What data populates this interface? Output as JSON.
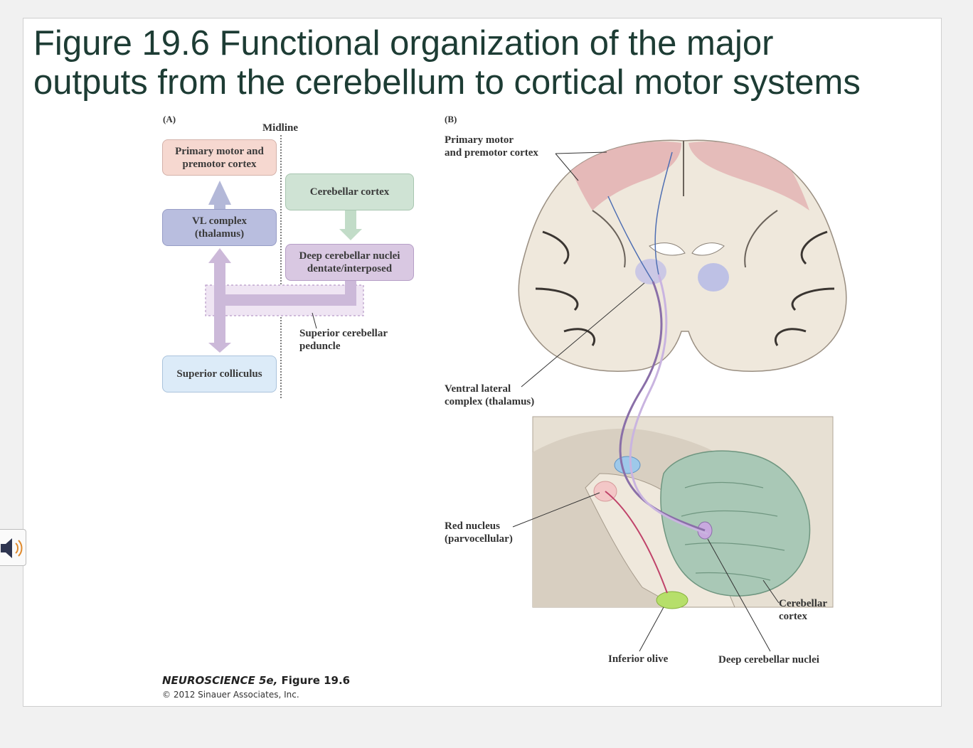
{
  "slide": {
    "title_line1": "Figure 19.6  Functional organization of the major",
    "title_line2": "outputs from the cerebellum to cortical motor systems"
  },
  "panel_a": {
    "tag": "(A)",
    "midline": "Midline",
    "boxes": {
      "primary_motor_l1": "Primary motor and",
      "primary_motor_l2": "premotor cortex",
      "cerebellar_cortex": "Cerebellar cortex",
      "vl_l1": "VL complex",
      "vl_l2": "(thalamus)",
      "deep_l1": "Deep cerebellar nuclei",
      "deep_l2": "dentate/interposed",
      "superior_colliculus": "Superior colliculus"
    },
    "peduncle_l1": "Superior cerebellar",
    "peduncle_l2": "peduncle",
    "colors": {
      "cortex_box": "#f6d8d0",
      "cerebellar_box": "#cfe3d4",
      "vl_box": "#b9bedf",
      "deep_box": "#d9c8e2",
      "colliculus_box": "#dcebf8",
      "arrow_vl": "#b3b8d8",
      "arrow_green": "#c2dcc8",
      "arrow_purple": "#ccb9d9"
    }
  },
  "panel_b": {
    "tag": "(B)",
    "labels": {
      "primary_l1": "Primary motor",
      "primary_l2": "and premotor cortex",
      "vl_l1": "Ventral lateral",
      "vl_l2": "complex (thalamus)",
      "red_l1": "Red nucleus",
      "red_l2": "(parvocellular)",
      "cereb_l1": "Cerebellar",
      "cereb_l2": "cortex",
      "inferior_olive": "Inferior olive",
      "deep_nuclei": "Deep cerebellar nuclei"
    },
    "colors": {
      "cortex_tint": "#e3b4b4",
      "brain_tissue": "#efe8dc",
      "cerebellum_green": "#a9c8b6",
      "pathway_purple": "#8a6fa8",
      "pathway_blue": "#4f6fb3",
      "red_nucleus": "#f3c7c7",
      "olive_green": "#b6df6a"
    }
  },
  "credit": {
    "book": "NEUROSCIENCE 5e,",
    "figure": " Figure 19.6",
    "copyright": "© 2012 Sinauer Associates, Inc."
  },
  "speaker": {
    "icon": "speaker-icon"
  }
}
